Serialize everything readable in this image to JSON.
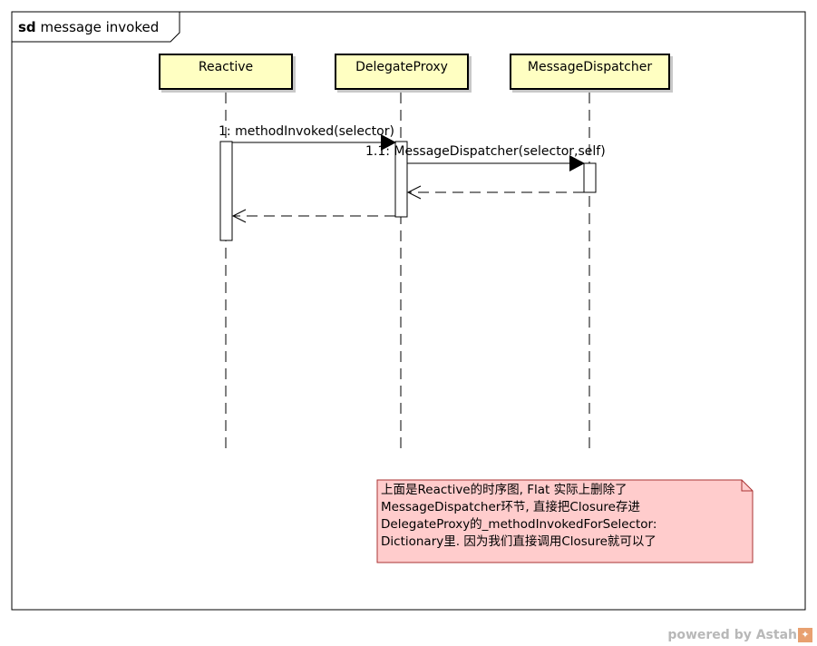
{
  "frame": {
    "keyword": "sd",
    "name": "message invoked"
  },
  "lifelines": [
    {
      "label": "Reactive"
    },
    {
      "label": "DelegateProxy"
    },
    {
      "label": "MessageDispatcher"
    }
  ],
  "messages": [
    {
      "label": "1: methodInvoked(selector)",
      "kind": "sync",
      "from": "Reactive",
      "to": "DelegateProxy"
    },
    {
      "label": "1.1: MessageDispatcher(selector,self)",
      "kind": "sync",
      "from": "DelegateProxy",
      "to": "MessageDispatcher"
    },
    {
      "label": "",
      "kind": "reply",
      "from": "MessageDispatcher",
      "to": "DelegateProxy"
    },
    {
      "label": "",
      "kind": "reply",
      "from": "DelegateProxy",
      "to": "Reactive"
    }
  ],
  "note": {
    "lines": [
      "上面是Reactive的时序图, Flat 实际上删除了",
      "MessageDispatcher环节, 直接把Closure存进",
      "DelegateProxy的_methodInvokedForSelector:",
      "Dictionary里. 因为我们直接调用Closure就可以了"
    ]
  },
  "colors": {
    "lifeline_fill": "#ffffc2",
    "note_fill": "#ffcccc",
    "note_border": "#aa3333"
  },
  "watermark": {
    "text": "powered by Astah",
    "logo": "astah-logo-icon"
  }
}
